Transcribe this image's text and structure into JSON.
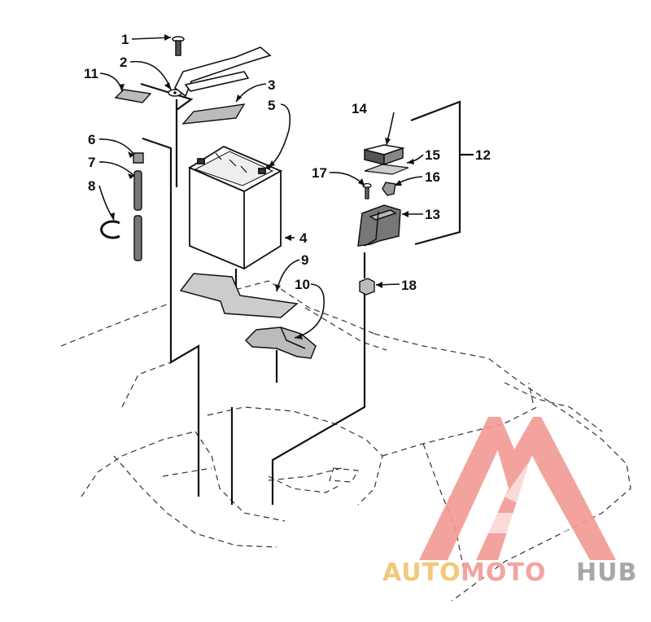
{
  "diagram": {
    "callouts": [
      {
        "id": "c1",
        "label": "1"
      },
      {
        "id": "c2",
        "label": "2"
      },
      {
        "id": "c3",
        "label": "3"
      },
      {
        "id": "c4",
        "label": "4"
      },
      {
        "id": "c5",
        "label": "5"
      },
      {
        "id": "c6",
        "label": "6"
      },
      {
        "id": "c7",
        "label": "7"
      },
      {
        "id": "c8",
        "label": "8"
      },
      {
        "id": "c9",
        "label": "9"
      },
      {
        "id": "c10",
        "label": "10"
      },
      {
        "id": "c11",
        "label": "11"
      },
      {
        "id": "c12",
        "label": "12"
      },
      {
        "id": "c13",
        "label": "13"
      },
      {
        "id": "c14",
        "label": "14"
      },
      {
        "id": "c15",
        "label": "15"
      },
      {
        "id": "c16",
        "label": "16"
      },
      {
        "id": "c17",
        "label": "17"
      },
      {
        "id": "c18",
        "label": "18"
      }
    ]
  },
  "watermark": {
    "part1": "AUTO",
    "part2": "MOTO",
    "part3": "HUB",
    "colors": {
      "auto": "#f2c87a",
      "moto": "#f3a4a0",
      "hub": "#a7a7a7",
      "logo": "#f29a94"
    }
  }
}
